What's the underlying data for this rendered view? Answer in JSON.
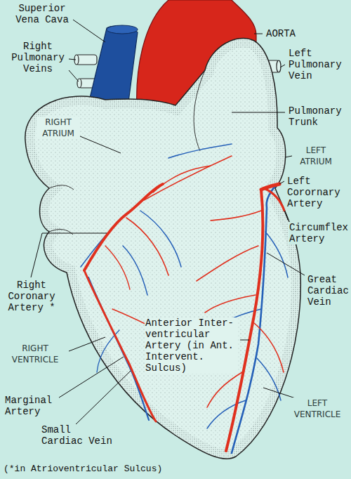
{
  "diagram": {
    "labels": [
      "Superior Vena Cava",
      "AORTA",
      "Right Pulmonary Veins",
      "Left Pulmonary Vein",
      "RIGHT ATRIUM",
      "Pulmonary Trunk",
      "LEFT ATRIUM",
      "Left Corornary Artery",
      "Circumflex Artery",
      "Right Coronary Artery *",
      "Great Cardiac Vein",
      "Anterior Inter- ventricular Artery (in Ant. Intervent. Sulcus)",
      "RIGHT VENTRICLE",
      "Marginal Artery",
      "Small Cardiac Vein",
      "LEFT VENTRICLE",
      "(*in Atrioventricular Sulcus)"
    ]
  }
}
